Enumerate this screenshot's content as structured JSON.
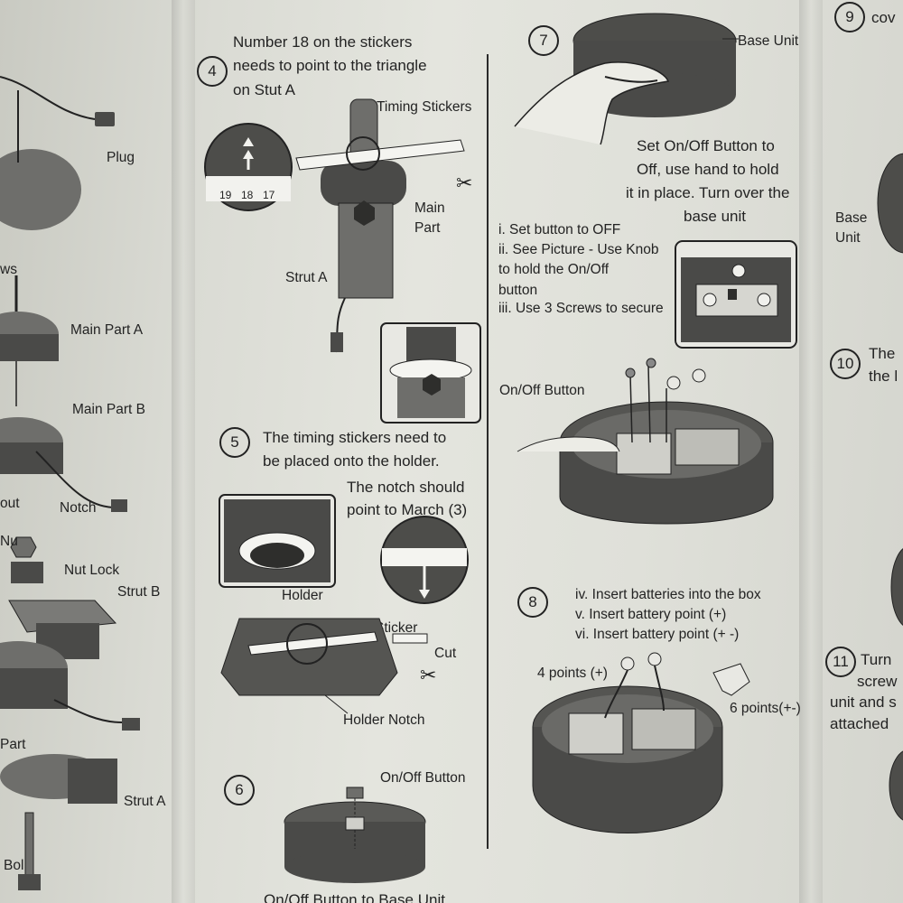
{
  "left_column": {
    "labels": {
      "plug": "Plug",
      "screws": "ws",
      "main_part_a": "Main Part A",
      "main_part_b": "Main Part B",
      "out": "out",
      "notch": "Notch",
      "nut": "Nu",
      "nut_lock": "Nut Lock",
      "strut_b": "Strut B",
      "part": "Part",
      "strut_a": "Strut A",
      "bolt": "Bol"
    }
  },
  "middle_column": {
    "step4": {
      "number": "4",
      "line1": "Number 18 on the stickers",
      "line2": "needs to point to the triangle",
      "line3": "on Stut A",
      "timing_stickers": "Timing Stickers",
      "main_part_line1": "Main",
      "main_part_line2": "Part",
      "strut_a": "Strut A",
      "dial_numbers": [
        "19",
        "18",
        "17"
      ]
    },
    "step5": {
      "number": "5",
      "line1": "The timing stickers need to",
      "line2": "be placed onto the holder.",
      "line3": "The notch should",
      "line4": "point to March (3)",
      "holder": "Holder",
      "sticker": "Sticker",
      "cut": "Cut",
      "holder_notch": "Holder Notch"
    },
    "step6": {
      "number": "6",
      "on_off_button": "On/Off Button",
      "bottom_text": "On/Off Button to Base Unit"
    }
  },
  "right_column": {
    "step7": {
      "number": "7",
      "base_unit": "Base Unit",
      "line1": "Set On/Off Button to",
      "line2": "Off, use hand to hold",
      "line3": "it in place. Turn over the",
      "line4": "base unit",
      "sub_i": "i. Set button to OFF",
      "sub_ii_1": "ii. See Picture - Use Knob",
      "sub_ii_2": "to hold the On/Off",
      "sub_ii_3": "button",
      "sub_iii": "iii. Use 3 Screws to secure",
      "on_off_button": "On/Off Button"
    },
    "step8": {
      "number": "8",
      "sub_iv": "iv.  Insert batteries into the box",
      "sub_v": "v. Insert battery point (+)",
      "sub_vi": "vi. Insert battery point (+ -)",
      "four_points": "4 points (+)",
      "six_points": "6 points(+-)"
    }
  },
  "far_right_column": {
    "step9": {
      "number": "9",
      "text": "cov"
    },
    "base_unit_line1": "Base",
    "base_unit_line2": "Unit",
    "step10": {
      "number": "10",
      "line1": "The",
      "line2": "the l"
    },
    "step11": {
      "number": "11",
      "line1": "Turn",
      "line2": "screw",
      "line3": "unit and s",
      "line4": "attached"
    }
  }
}
